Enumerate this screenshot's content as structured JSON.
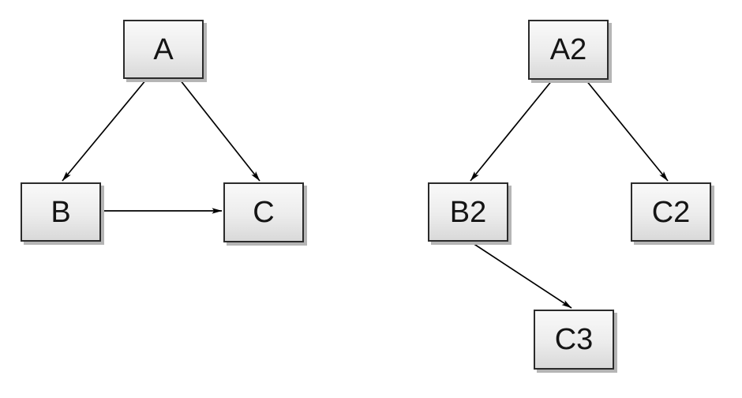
{
  "diagram": {
    "background_color": "#ffffff",
    "node_style": {
      "fill_top": "#f9f9f9",
      "fill_bottom": "#d9d9d9",
      "border_color": "#2b2b2b",
      "shadow_color": "#b5b5b5",
      "text_color": "#141414"
    },
    "edge_color": "#000000",
    "graphs": [
      {
        "name": "left-graph",
        "nodes": [
          {
            "id": "A",
            "label": "A"
          },
          {
            "id": "B",
            "label": "B"
          },
          {
            "id": "C",
            "label": "C"
          }
        ],
        "edges": [
          {
            "from": "A",
            "to": "B"
          },
          {
            "from": "A",
            "to": "C"
          },
          {
            "from": "B",
            "to": "C"
          }
        ]
      },
      {
        "name": "right-graph",
        "nodes": [
          {
            "id": "A2",
            "label": "A2"
          },
          {
            "id": "B2",
            "label": "B2"
          },
          {
            "id": "C2",
            "label": "C2"
          },
          {
            "id": "C3",
            "label": "C3"
          }
        ],
        "edges": [
          {
            "from": "A2",
            "to": "B2"
          },
          {
            "from": "A2",
            "to": "C2"
          },
          {
            "from": "B2",
            "to": "C3"
          }
        ]
      }
    ]
  }
}
